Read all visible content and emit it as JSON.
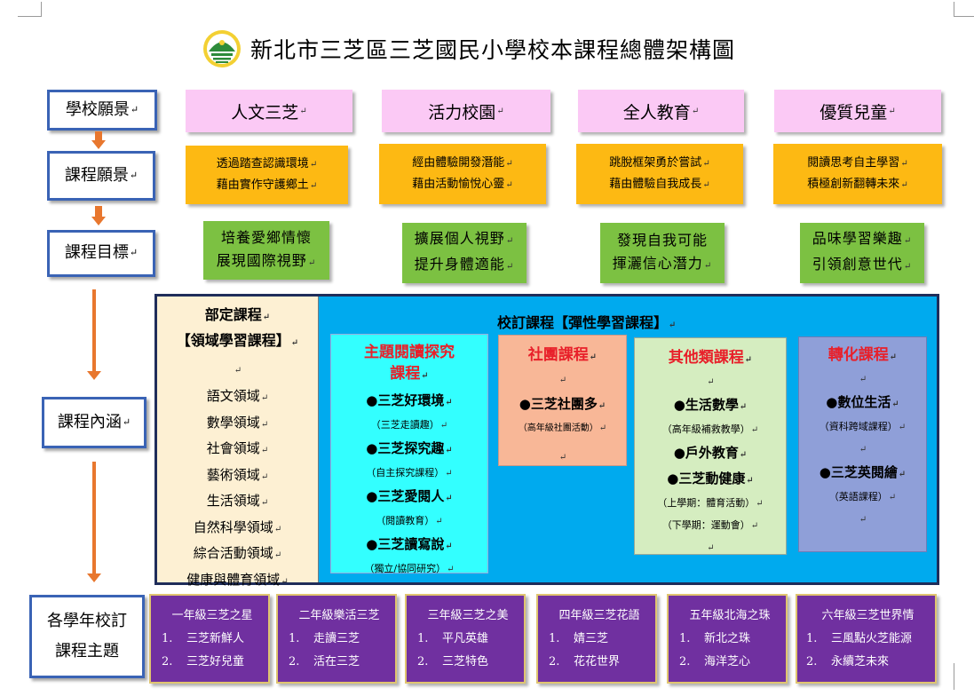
{
  "title": "新北市三芝區三芝國民小學校本課程總體架構圖",
  "para_mark": "↵",
  "left_labels": {
    "school_vision": "學校願景",
    "course_vision": "課程願景",
    "course_goal": "課程目標",
    "course_content": "課程內涵",
    "grade_theme_line1": "各學年校訂",
    "grade_theme_line2": "課程主題"
  },
  "school_vision": [
    "人文三芝",
    "活力校園",
    "全人教育",
    "優質兒童"
  ],
  "course_vision": [
    {
      "line1": "透過踏查認識環境",
      "line2": "藉由實作守護鄉土"
    },
    {
      "line1": "經由體驗開發潛能",
      "line2": "藉由活動愉悅心靈"
    },
    {
      "line1": "跳脫框架勇於嘗試",
      "line2": "藉由體驗自我成長"
    },
    {
      "line1": "閱讀思考自主學習",
      "line2": "積極創新翻轉未來"
    }
  ],
  "course_goals": [
    {
      "line1": "培養愛鄉情懷",
      "line2": "展現國際視野"
    },
    {
      "line1": "擴展個人視野",
      "line2": "提升身體適能"
    },
    {
      "line1": "發現自我可能",
      "line2": "揮灑信心潛力"
    },
    {
      "line1": "品味學習樂趣",
      "line2": "引領創意世代"
    }
  ],
  "bu_ding": {
    "title1": "部定課程",
    "title2": "【領域學習課程】",
    "areas": [
      "語文領域",
      "數學領域",
      "社會領域",
      "藝術領域",
      "生活領域",
      "自然科學領域",
      "綜合活動領域",
      "健康與體育領域"
    ]
  },
  "xiao_ding": {
    "title": "校訂課程【彈性學習課程】",
    "theme_reading": {
      "title1": "主題閱讀探究",
      "title2": "課程",
      "items": [
        {
          "name": "●三芝好環境",
          "note": "（三芝走讀趣）"
        },
        {
          "name": "●三芝探究趣",
          "note": "（自主探究課程）"
        },
        {
          "name": "●三芝愛閱人",
          "note": "（閱讀教育）"
        },
        {
          "name": "●三芝讀寫說",
          "note": "（獨立/協同研究）"
        }
      ]
    },
    "club": {
      "title": "社團課程",
      "item": "●三芝社團多",
      "note": "（高年級社團活動）"
    },
    "other": {
      "title": "其他類課程",
      "items": [
        {
          "name": "●生活數學",
          "note": "（高年級補救教學）"
        },
        {
          "name": "●戶外教育",
          "note": ""
        },
        {
          "name": "●三芝動健康",
          "note": "（上學期：體育活動）"
        }
      ],
      "extra_note": "（下學期：運動會）"
    },
    "transform": {
      "title": "轉化課程",
      "items": [
        {
          "name": "●數位生活",
          "note": "（資科跨域課程）"
        },
        {
          "name": "●三芝英閱繪",
          "note": "（英語課程）"
        }
      ]
    }
  },
  "grade_themes": [
    {
      "title": "一年級三芝之星",
      "items": [
        "三芝新鮮人",
        "三芝好兒童"
      ]
    },
    {
      "title": "二年級樂活三芝",
      "items": [
        "走讀三芝",
        "活在三芝"
      ]
    },
    {
      "title": "三年級三芝之美",
      "items": [
        "平凡英雄",
        "三芝特色"
      ]
    },
    {
      "title": "四年級三芝花語",
      "items": [
        "婧三芝",
        "花花世界"
      ]
    },
    {
      "title": "五年級北海之珠",
      "items": [
        "新北之珠",
        "海洋芝心"
      ]
    },
    {
      "title": "六年級三芝世界情",
      "items": [
        "三風點火芝能源",
        "永續芝未來"
      ]
    }
  ],
  "nums": [
    "1.",
    "2."
  ],
  "colors": {
    "label_border": "#3a63b5",
    "pink": "#fbc9f5",
    "gold": "#fdb913",
    "green": "#7cc142",
    "arrow": "#e8772e",
    "frame": "#00aaee",
    "purple": "#7030a0",
    "red_title": "#e8202a"
  },
  "icons": [
    "school-logo-icon",
    "down-arrow-icon"
  ]
}
